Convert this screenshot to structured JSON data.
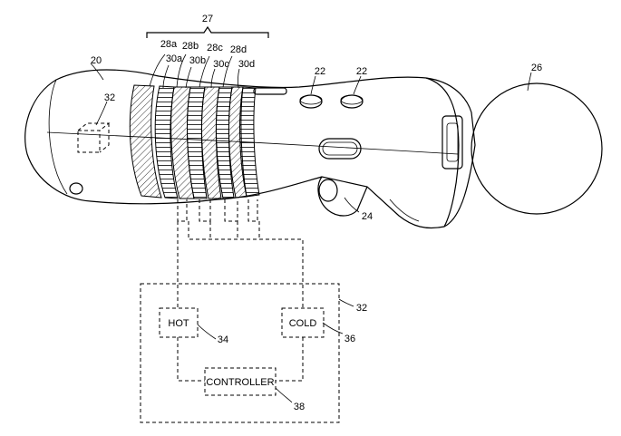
{
  "refs": {
    "group_bracket": "27",
    "rings": [
      "28a",
      "28b",
      "28c",
      "28d"
    ],
    "elements": [
      "30a",
      "30b",
      "30c",
      "30d"
    ],
    "body": "20",
    "buttons_1": "22",
    "buttons_2": "22",
    "ball": "26",
    "module_in_body": "32",
    "trigger": "24",
    "module_outer": "32",
    "hot_ref": "34",
    "cold_ref": "36",
    "controller_ref": "38"
  },
  "boxes": {
    "hot": "HOT",
    "cold": "COLD",
    "controller": "CONTROLLER"
  }
}
